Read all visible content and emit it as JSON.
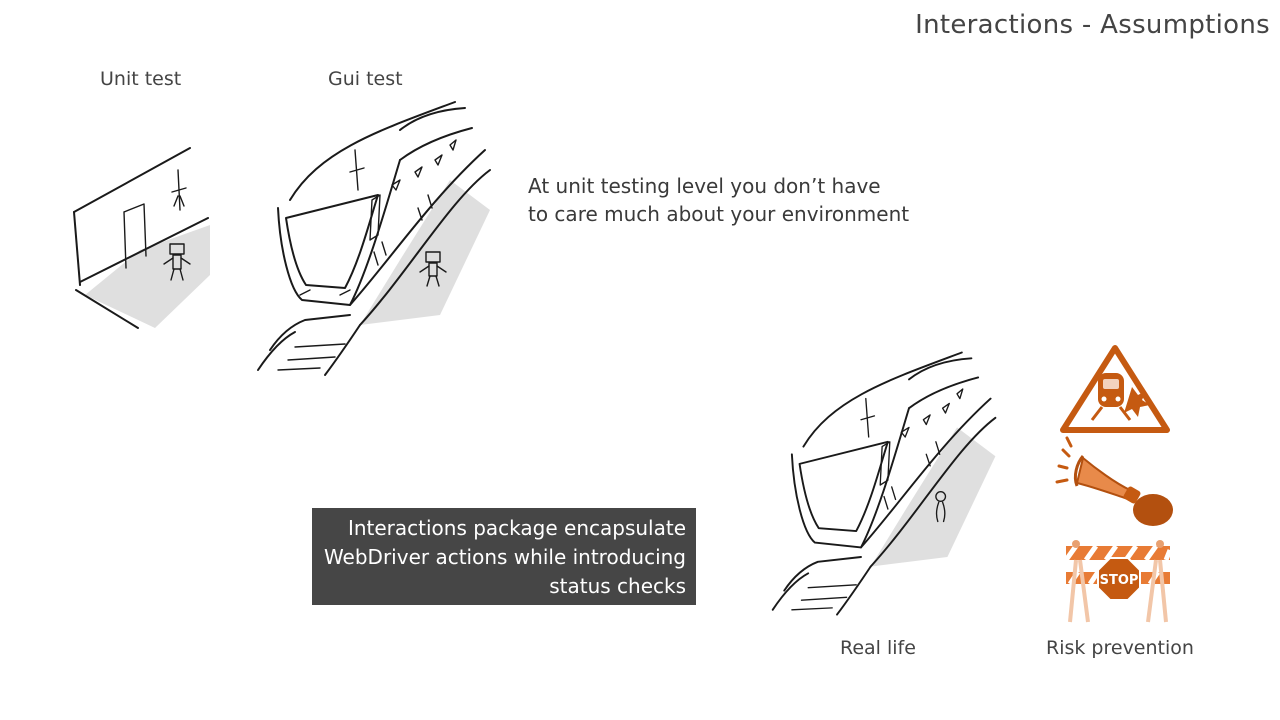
{
  "slide": {
    "title": "Interactions - Assumptions",
    "labels": {
      "unit_test": "Unit test",
      "gui_test": "Gui test",
      "real_life": "Real life",
      "risk_prevention": "Risk prevention"
    },
    "description_lines": [
      "At unit testing level you don’t have",
      "to care much about your environment"
    ],
    "callout_lines": [
      "Interactions package encapsulate",
      "WebDriver actions while introducing",
      "status checks"
    ],
    "stop_sign_text": "STOP",
    "colors": {
      "accent": "#c55a11",
      "callout_bg": "#464646",
      "ink": "#1a1a1a"
    }
  }
}
